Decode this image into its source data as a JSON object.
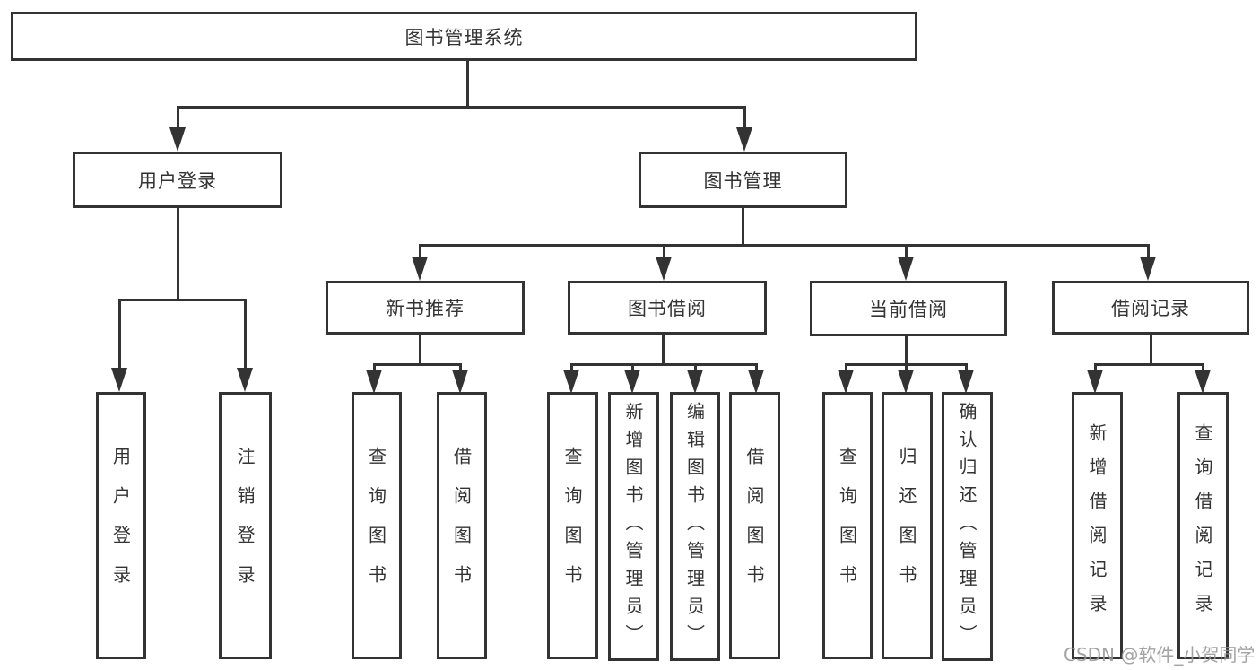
{
  "diagram_title": "图书管理系统",
  "tree": {
    "root": "图书管理系统",
    "children": [
      {
        "label": "用户登录",
        "children": [
          "用户登录",
          "注销登录"
        ]
      },
      {
        "label": "图书管理",
        "children": [
          {
            "label": "新书推荐",
            "children": [
              "查询图书",
              "借阅图书"
            ]
          },
          {
            "label": "图书借阅",
            "children": [
              "查询图书",
              "新增图书（管理员）",
              "编辑图书（管理员）",
              "借阅图书"
            ]
          },
          {
            "label": "当前借阅",
            "children": [
              "查询图书",
              "归还图书",
              "确认归还（管理员）"
            ]
          },
          {
            "label": "借阅记录",
            "children": [
              "新增借阅记录",
              "查询借阅记录"
            ]
          }
        ]
      }
    ]
  },
  "watermark": {
    "text": "CSDN @软件_小贺同学"
  },
  "colors": {
    "line": "#333333",
    "text": "#333333",
    "box_background": "#ffffff",
    "watermark": "#969696",
    "background": "#ffffff"
  }
}
